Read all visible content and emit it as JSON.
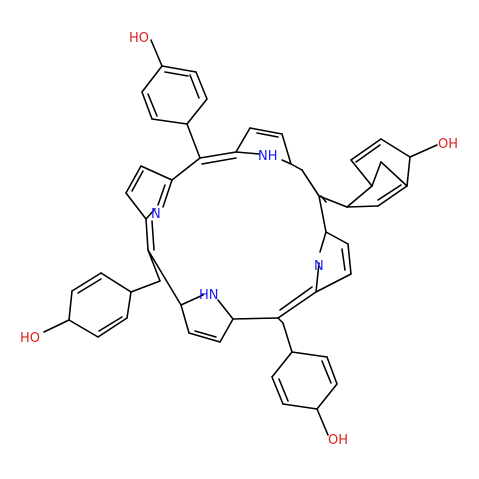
{
  "figure": {
    "atom_labels": [
      {
        "id": "oh-top",
        "text": "HO",
        "color": "#e0201b"
      },
      {
        "id": "oh-right",
        "text": "OH",
        "color": "#e0201b"
      },
      {
        "id": "oh-left",
        "text": "HO",
        "color": "#e0201b"
      },
      {
        "id": "oh-bottom",
        "text": "OH",
        "color": "#e0201b"
      },
      {
        "id": "nh-top",
        "text": "NH",
        "color": "#1a1aff"
      },
      {
        "id": "nh-bottom",
        "text": "HN",
        "color": "#1a1aff"
      },
      {
        "id": "n-left",
        "text": "N",
        "color": "#1a1aff"
      },
      {
        "id": "n-right",
        "text": "N",
        "color": "#1a1aff"
      }
    ]
  }
}
